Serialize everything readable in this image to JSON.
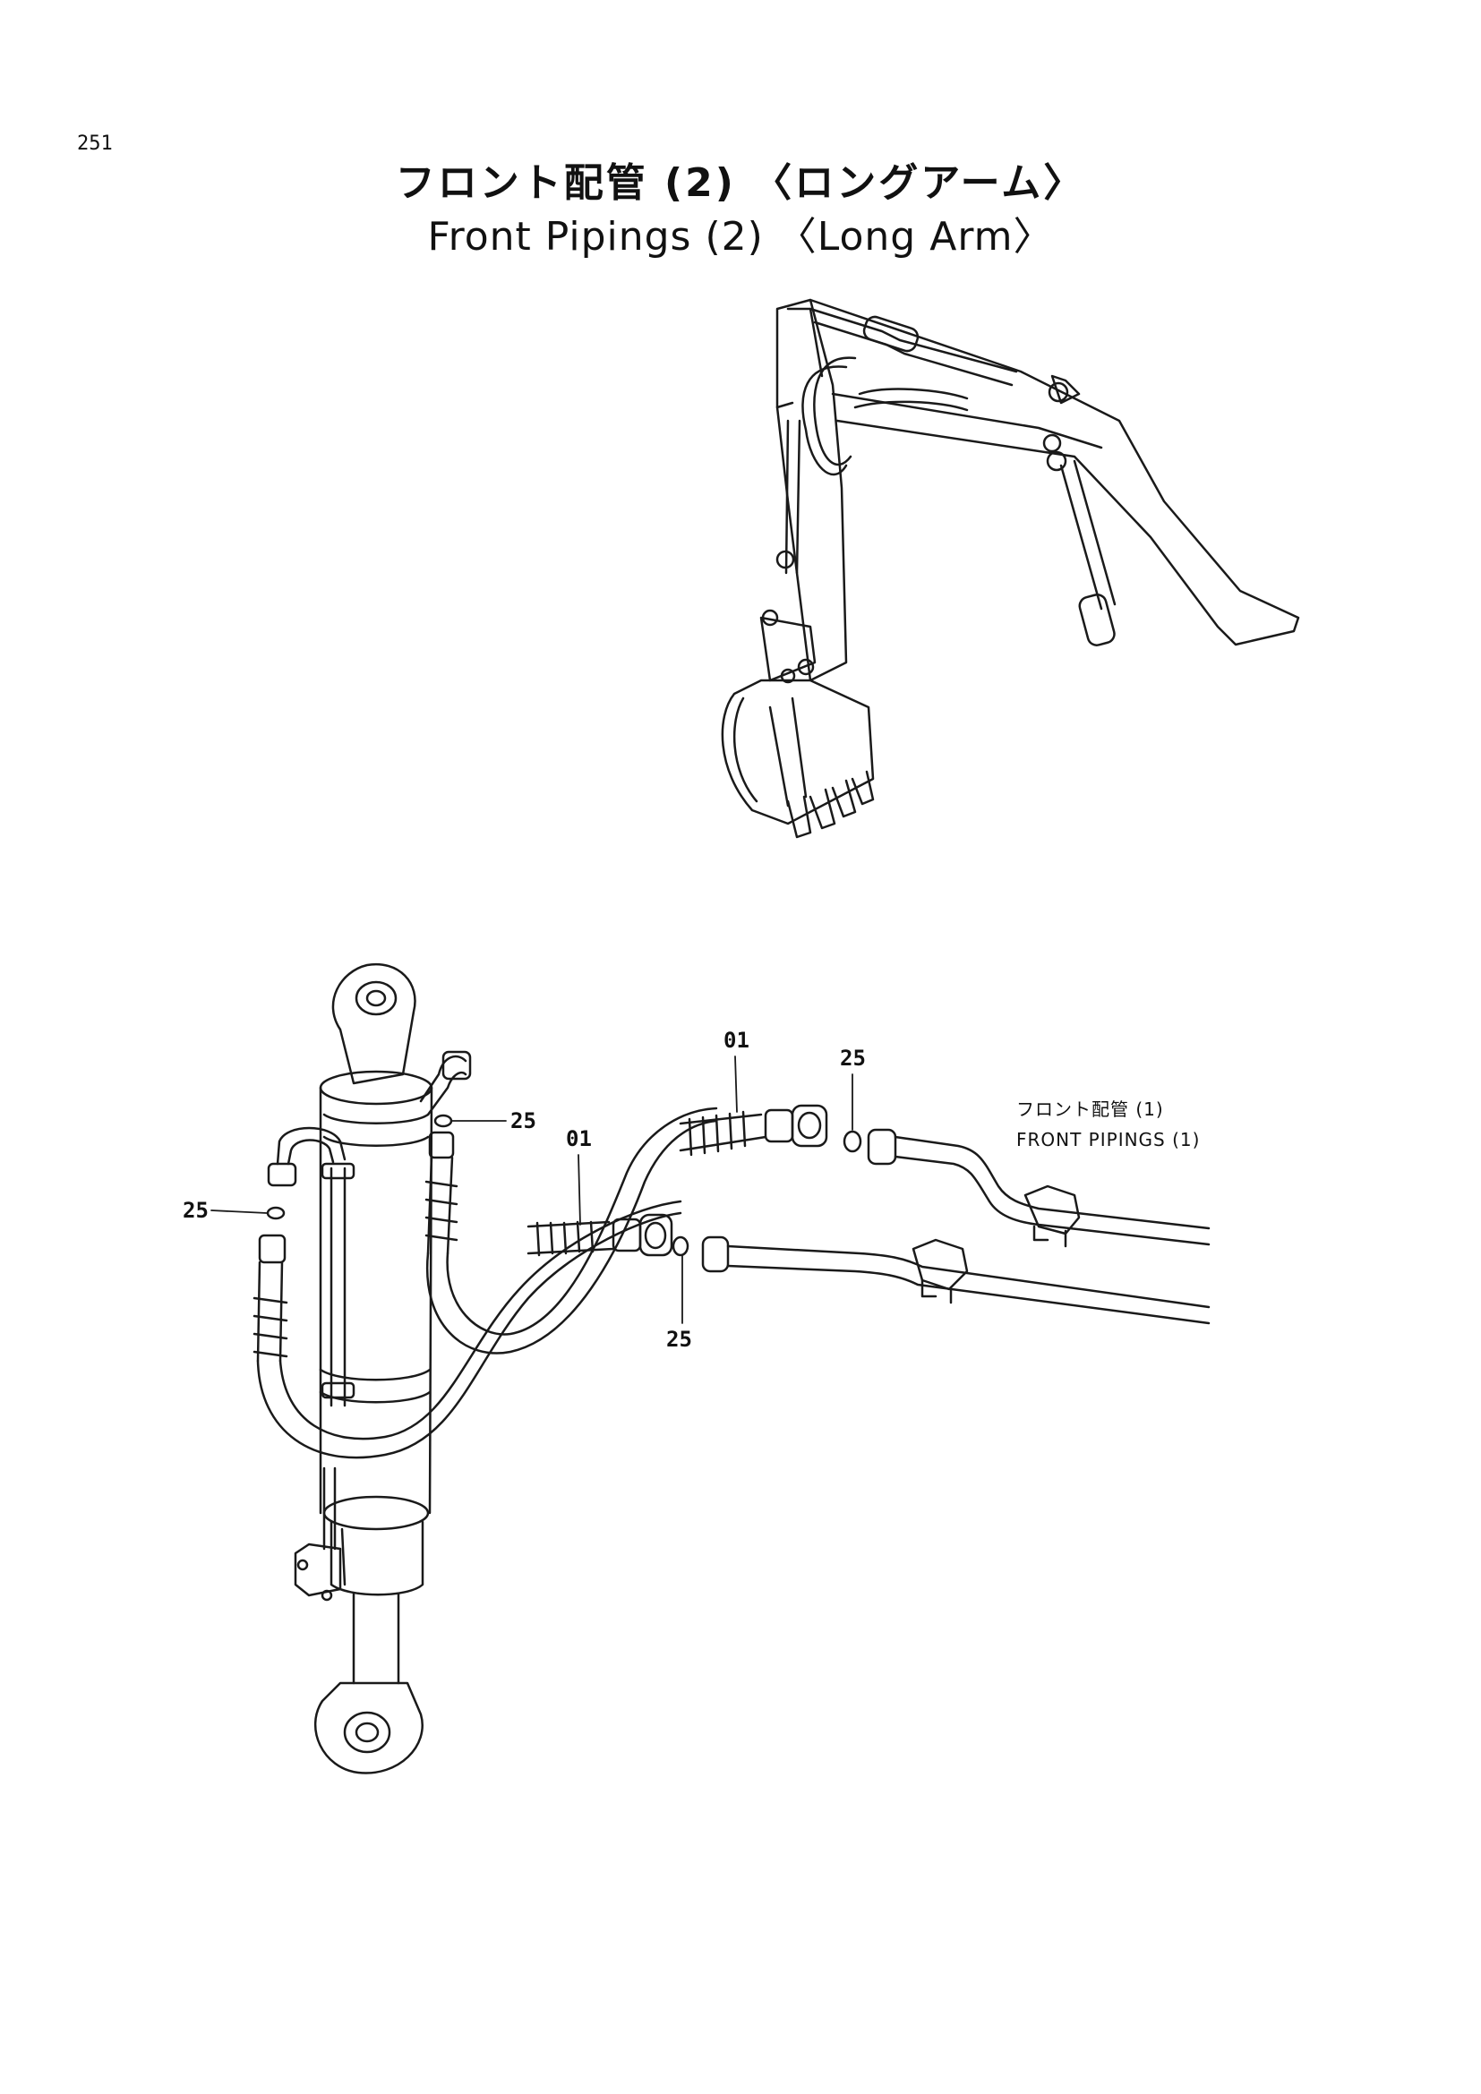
{
  "page": {
    "number": "251"
  },
  "title": {
    "japanese": "フロント配管 (2) 〈ロングアーム〉",
    "english": "Front Pipings (2) 〈Long Arm〉"
  },
  "callouts": {
    "hose_upper": "01",
    "hose_lower": "01",
    "oring_upper_right": "25",
    "oring_cylinder_top": "25",
    "oring_left": "25",
    "oring_lower_middle": "25"
  },
  "reference_note": {
    "japanese": "フロント配管 (1)",
    "english": "FRONT PIPINGS (1)"
  }
}
